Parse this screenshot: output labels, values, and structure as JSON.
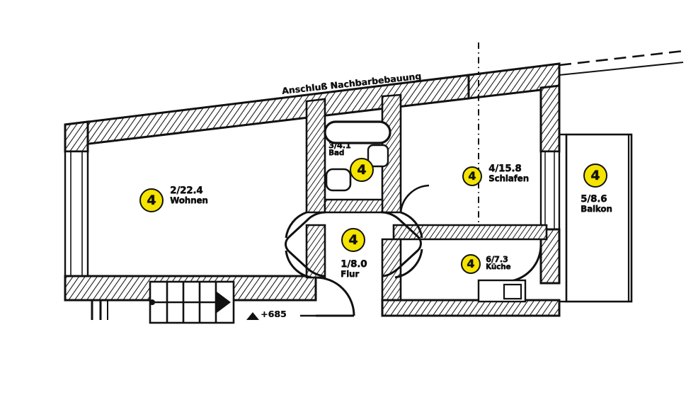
{
  "drawing": {
    "type": "architectural-floor-plan",
    "annotation_note": "Anschluß Nachbarbebauung",
    "level_mark": "+685",
    "background_color": "#ffffff",
    "line_color": "#111111",
    "marker_color": "#f5e400"
  },
  "rooms": [
    {
      "id": "wohnen",
      "marker": "4",
      "area_label": "2/22.4",
      "name": "Wohnen",
      "number": "2",
      "area_sqm": 22.4
    },
    {
      "id": "bad",
      "marker": "4",
      "area_label": "3/4.1",
      "name": "Bad",
      "number": "3",
      "area_sqm": 4.1
    },
    {
      "id": "schlafen",
      "marker": "4",
      "area_label": "4/15.8",
      "name": "Schlafen",
      "number": "4",
      "area_sqm": 15.8
    },
    {
      "id": "balkon",
      "marker": "4",
      "area_label": "5/8.6",
      "name": "Balkon",
      "number": "5",
      "area_sqm": 8.6
    },
    {
      "id": "flur",
      "marker": "4",
      "area_label": "1/8.0",
      "name": "Flur",
      "number": "1",
      "area_sqm": 8.0
    },
    {
      "id": "kueche",
      "marker": "4",
      "area_label": "6/7.3",
      "name": "Küche",
      "number": "6",
      "area_sqm": 7.3
    }
  ]
}
